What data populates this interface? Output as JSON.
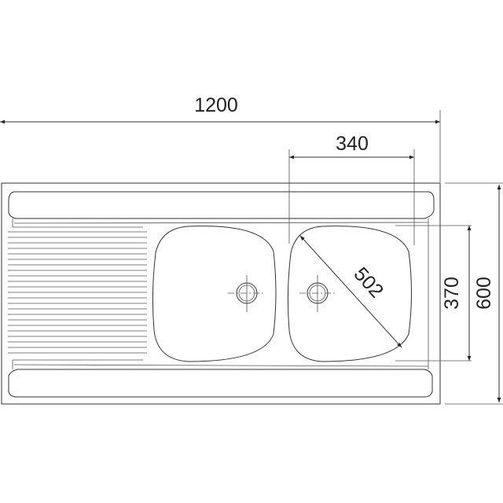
{
  "dimensions": {
    "overall_width": "1200",
    "bowl_width": "340",
    "bowl_diagonal": "502",
    "bowl_depth": "370",
    "overall_depth": "600"
  },
  "colors": {
    "line": "#333333",
    "background": "#ffffff"
  }
}
